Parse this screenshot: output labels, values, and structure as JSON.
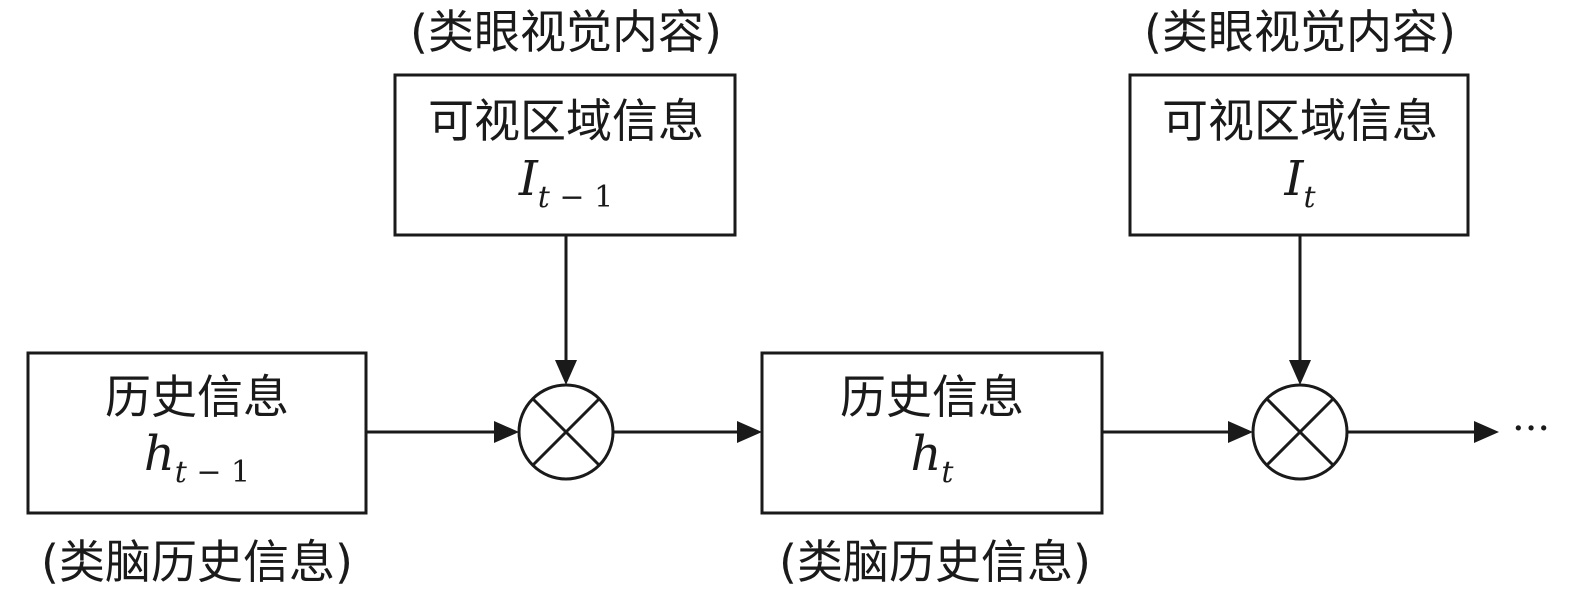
{
  "visual_blocks": [
    {
      "caption": "(类眼视觉内容)",
      "label": "可视区域信息",
      "symbol": "I",
      "subscript_var": "t",
      "subscript_rest": " − 1"
    },
    {
      "caption": "(类眼视觉内容)",
      "label": "可视区域信息",
      "symbol": "I",
      "subscript_var": "t",
      "subscript_rest": ""
    }
  ],
  "history_blocks": [
    {
      "caption": "(类脑历史信息)",
      "label": "历史信息",
      "symbol": "h",
      "subscript_var": "t",
      "subscript_rest": " − 1"
    },
    {
      "caption": "(类脑历史信息)",
      "label": "历史信息",
      "symbol": "h",
      "subscript_var": "t",
      "subscript_rest": ""
    }
  ],
  "operators": [
    {
      "symbol": "⊗",
      "icon": "multiply-circle-icon"
    },
    {
      "symbol": "⊗",
      "icon": "multiply-circle-icon"
    }
  ],
  "continuation": "···",
  "colors": {
    "stroke": "#1a1a1a",
    "background": "#ffffff"
  }
}
